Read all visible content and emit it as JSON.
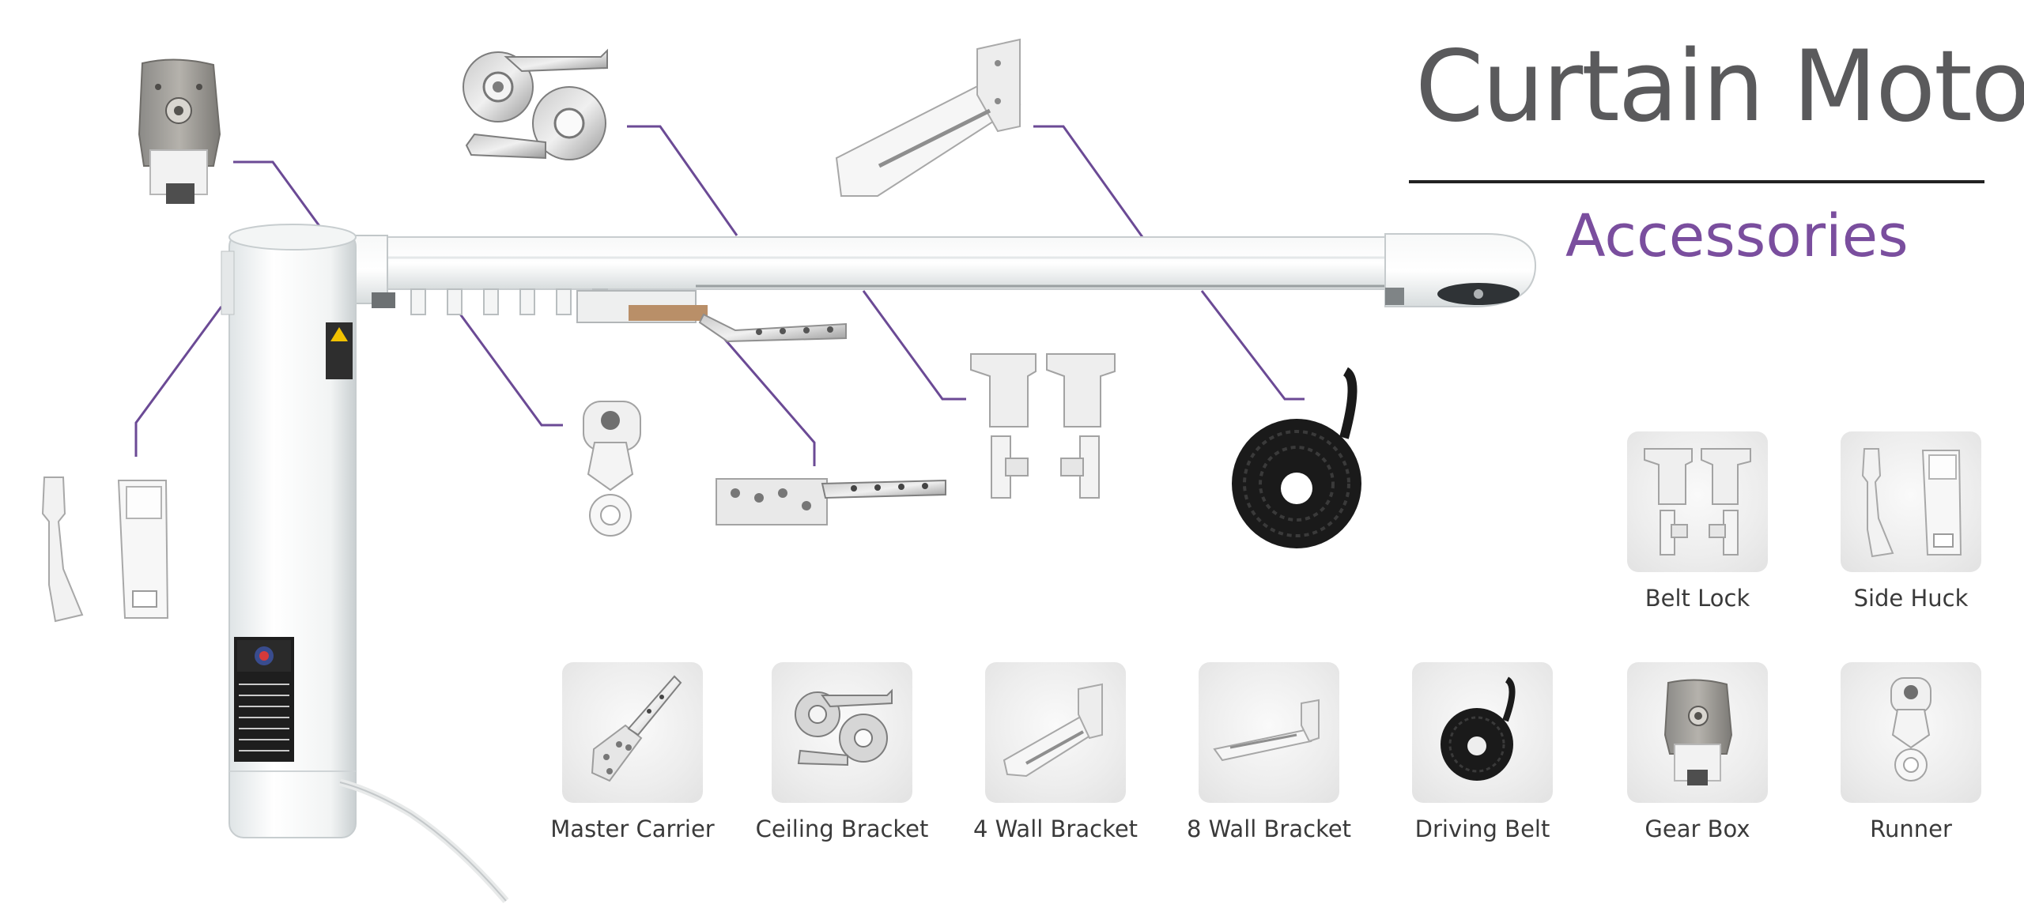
{
  "header": {
    "title": "Curtain Motor",
    "subtitle": "Accessories",
    "accent_color": "#7a4e9e"
  },
  "accessories": [
    {
      "id": "belt-lock",
      "label": "Belt Lock",
      "icon": "belt-lock-icon"
    },
    {
      "id": "side-huck",
      "label": "Side Huck",
      "icon": "side-huck-icon"
    },
    {
      "id": "master-carrier",
      "label": "Master Carrier",
      "icon": "master-carrier-icon"
    },
    {
      "id": "ceiling-bracket",
      "label": "Ceiling Bracket",
      "icon": "ceiling-bracket-icon"
    },
    {
      "id": "wall-bracket-4",
      "label": "4 Wall Bracket",
      "icon": "wall-bracket-4-icon"
    },
    {
      "id": "wall-bracket-8",
      "label": "8 Wall Bracket",
      "icon": "wall-bracket-8-icon"
    },
    {
      "id": "driving-belt",
      "label": "Driving Belt",
      "icon": "driving-belt-icon"
    },
    {
      "id": "gear-box",
      "label": "Gear Box",
      "icon": "gear-box-icon"
    },
    {
      "id": "runner",
      "label": "Runner",
      "icon": "runner-icon"
    }
  ]
}
